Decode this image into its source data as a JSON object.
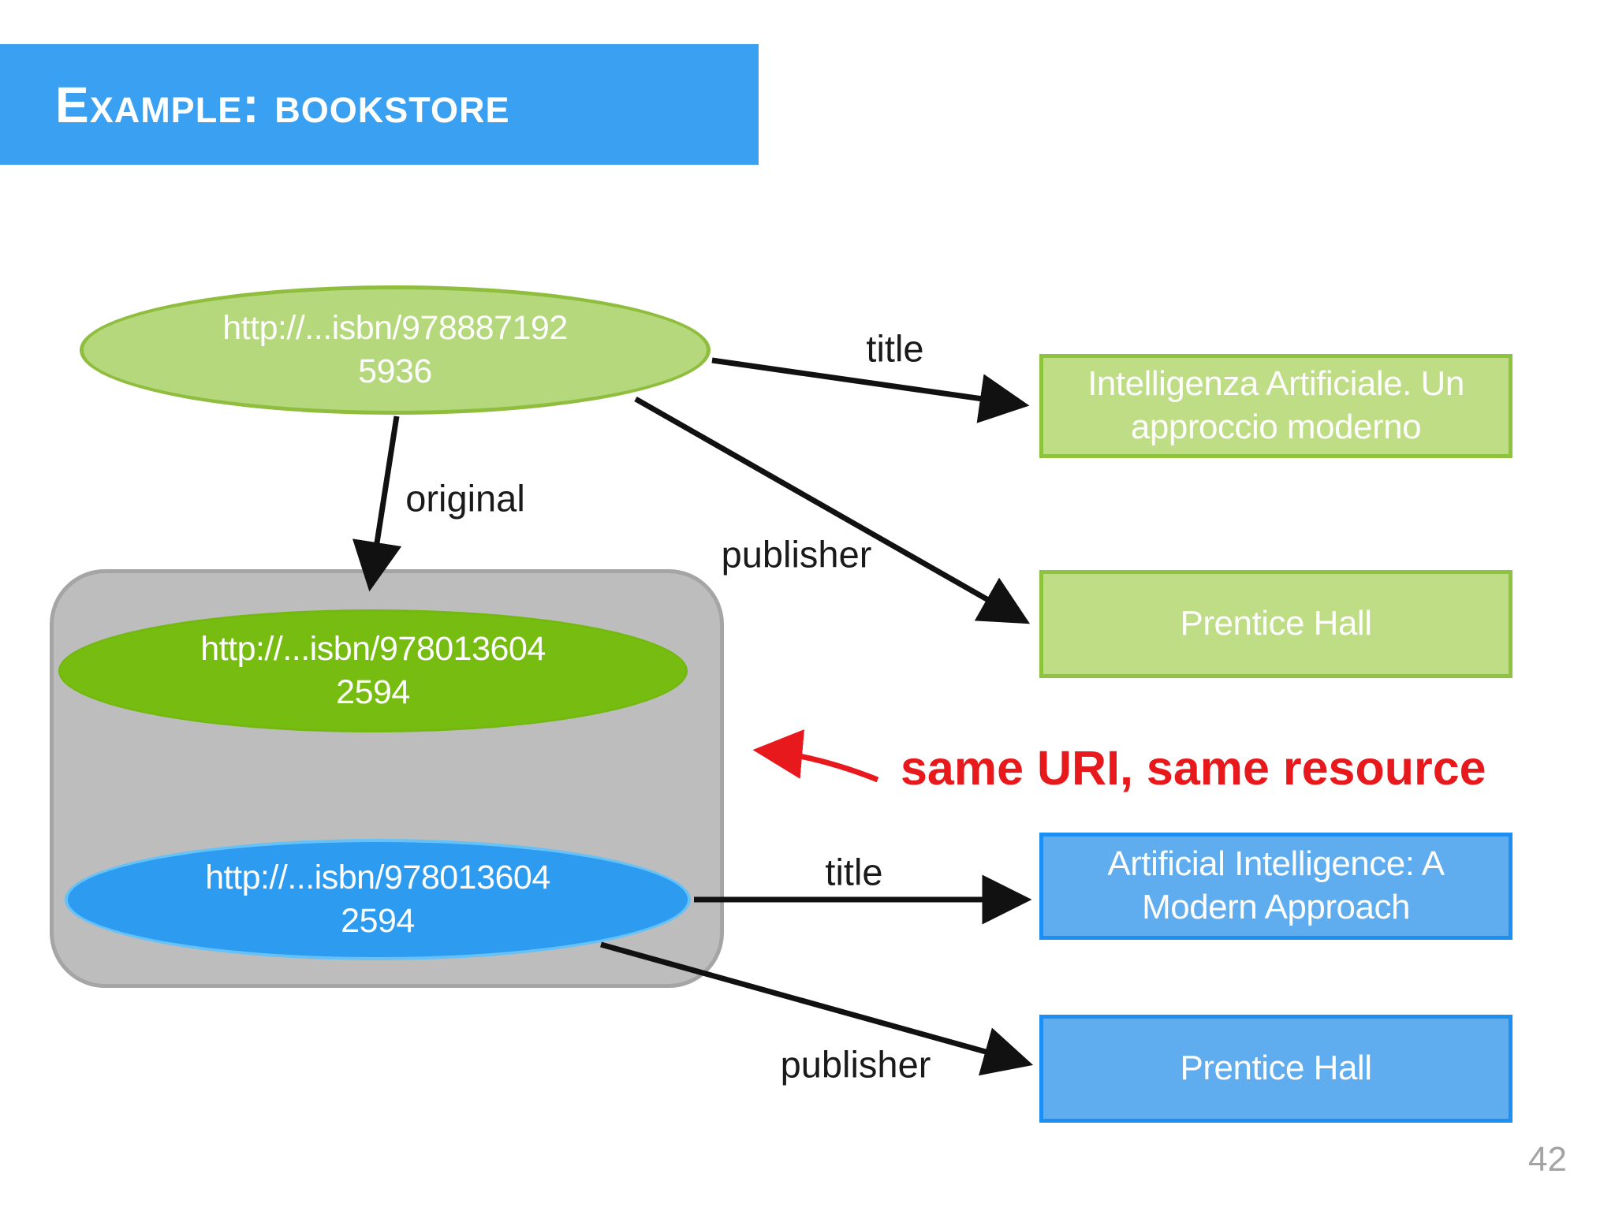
{
  "slide": {
    "title": "Example: bookstore",
    "page_number": "42"
  },
  "colors": {
    "header_blue": "#3aa1f2",
    "light_green_fill": "#b6d87c",
    "light_green_border": "#8fbe3e",
    "vivid_green_fill": "#77bd11",
    "blue_ellipse_fill": "#2d9bf0",
    "blue_ellipse_border": "#66c2f6",
    "green_box_fill": "#bedd85",
    "green_box_border": "#8ec43d",
    "blue_box_fill": "#5fadef",
    "blue_box_border": "#1e8ff2",
    "group_gray_fill": "#bdbdbd",
    "annotation_red": "#e8191c",
    "arrow_black": "#111111"
  },
  "diagram": {
    "nodes": [
      {
        "id": "isbn-9788871925936",
        "type": "uri-ellipse",
        "line1": "http://...isbn/978887192",
        "line2": "5936"
      },
      {
        "id": "isbn-9780136042594-green",
        "type": "uri-ellipse",
        "line1": "http://...isbn/978013604",
        "line2": "2594"
      },
      {
        "id": "isbn-9780136042594-blue",
        "type": "uri-ellipse",
        "line1": "http://...isbn/978013604",
        "line2": "2594"
      },
      {
        "id": "title-it",
        "type": "literal-box",
        "line1": "Intelligenza Artificiale. Un",
        "line2": "approccio moderno"
      },
      {
        "id": "publisher-it",
        "type": "literal-box",
        "label": "Prentice Hall"
      },
      {
        "id": "title-en",
        "type": "literal-box",
        "line1": "Artificial Intelligence: A",
        "line2": "Modern Approach"
      },
      {
        "id": "publisher-en",
        "type": "literal-box",
        "label": "Prentice Hall"
      }
    ],
    "edges": [
      {
        "from": "isbn-9788871925936",
        "to": "title-it",
        "label": "title"
      },
      {
        "from": "isbn-9788871925936",
        "to": "publisher-it",
        "label": "publisher"
      },
      {
        "from": "isbn-9788871925936",
        "to": "isbn-9780136042594-green",
        "label": "original"
      },
      {
        "from": "isbn-9780136042594-blue",
        "to": "title-en",
        "label": "title"
      },
      {
        "from": "isbn-9780136042594-blue",
        "to": "publisher-en",
        "label": "publisher"
      }
    ],
    "annotation": "same URI, same resource"
  }
}
